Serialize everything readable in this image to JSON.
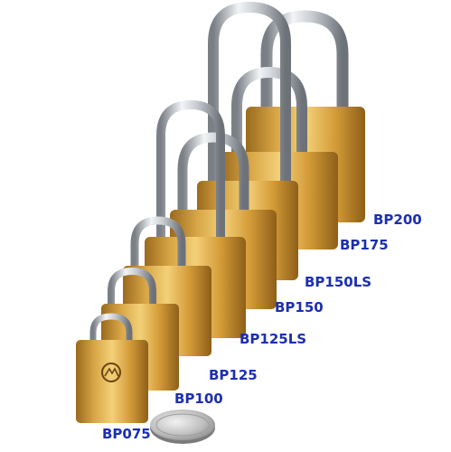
{
  "accent_color": "#1c2fb0",
  "image_subject": "padlocks-size-comparison-with-coin",
  "labels": {
    "bp075": "BP075",
    "bp100": "BP100",
    "bp125": "BP125",
    "bp125ls": "BP125LS",
    "bp150": "BP150",
    "bp150ls": "BP150LS",
    "bp175": "BP175",
    "bp200": "BP200"
  },
  "icons": {
    "coin": "quarter-coin-icon",
    "brand": "brand-logo-icon"
  }
}
